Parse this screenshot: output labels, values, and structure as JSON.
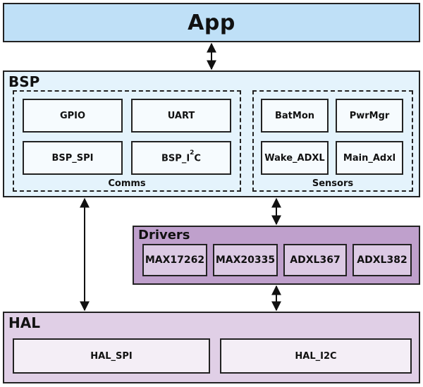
{
  "app": {
    "title": "App"
  },
  "bsp": {
    "title": "BSP",
    "comms": {
      "label": "Comms",
      "modules": [
        "GPIO",
        "UART",
        "BSP_SPI",
        "BSP_I"
      ],
      "i2c_suffix_sup": "2",
      "i2c_suffix_tail": "C"
    },
    "sensors": {
      "label": "Sensors",
      "modules": [
        "BatMon",
        "PwrMgr",
        "Wake_ADXL",
        "Main_Adxl"
      ]
    }
  },
  "drivers": {
    "title": "Drivers",
    "modules": [
      "MAX17262",
      "MAX20335",
      "ADXL367",
      "ADXL382"
    ]
  },
  "hal": {
    "title": "HAL",
    "modules": [
      "HAL_SPI",
      "HAL_I2C"
    ]
  },
  "colors": {
    "app": "#bfe0f7",
    "bsp": "#e4f3fc",
    "drivers": "#bfa0cc",
    "driver_module": "#dccae4",
    "hal": "#e0cfe6",
    "border": "#222222"
  }
}
